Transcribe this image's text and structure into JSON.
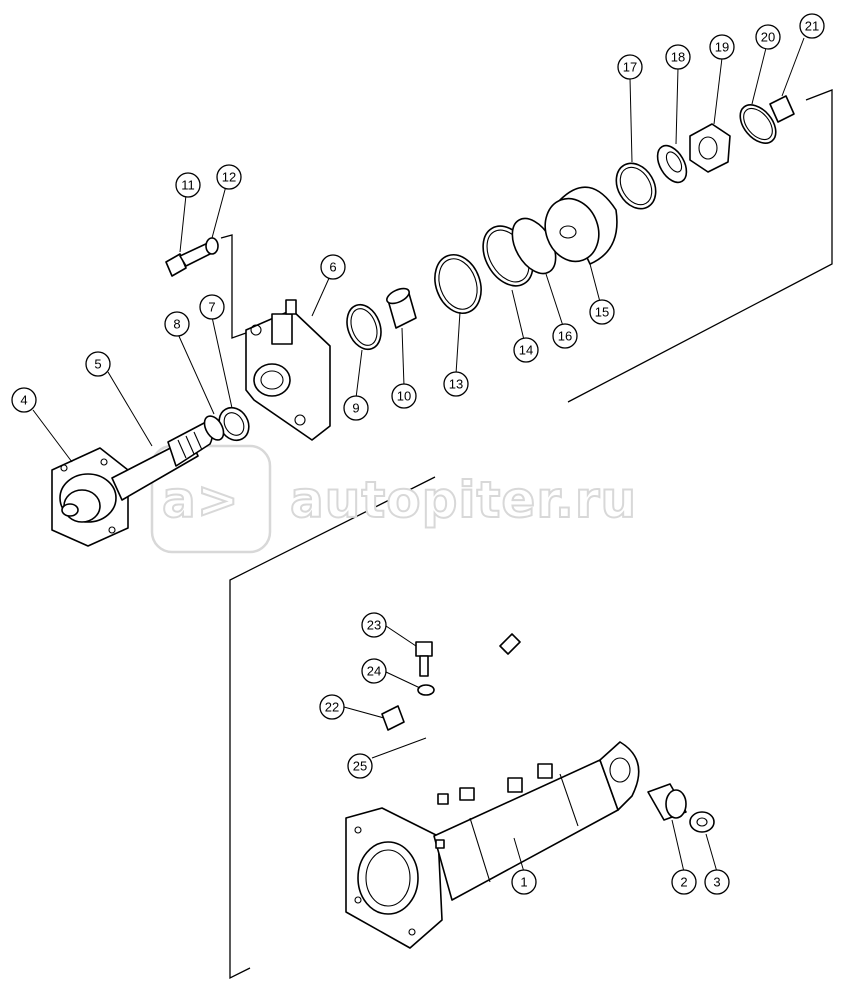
{
  "watermark": {
    "text": "autopiter.ru",
    "logo_glyph": "a>"
  },
  "callouts": [
    {
      "id": "c1",
      "label": "1"
    },
    {
      "id": "c2",
      "label": "2"
    },
    {
      "id": "c3",
      "label": "3"
    },
    {
      "id": "c4",
      "label": "4"
    },
    {
      "id": "c5",
      "label": "5"
    },
    {
      "id": "c6",
      "label": "6"
    },
    {
      "id": "c7",
      "label": "7"
    },
    {
      "id": "c8",
      "label": "8"
    },
    {
      "id": "c9",
      "label": "9"
    },
    {
      "id": "c10",
      "label": "10"
    },
    {
      "id": "c11",
      "label": "11"
    },
    {
      "id": "c12",
      "label": "12"
    },
    {
      "id": "c13",
      "label": "13"
    },
    {
      "id": "c14",
      "label": "14"
    },
    {
      "id": "c15",
      "label": "15"
    },
    {
      "id": "c16",
      "label": "16"
    },
    {
      "id": "c17",
      "label": "17"
    },
    {
      "id": "c18",
      "label": "18"
    },
    {
      "id": "c19",
      "label": "19"
    },
    {
      "id": "c20",
      "label": "20"
    },
    {
      "id": "c21",
      "label": "21"
    },
    {
      "id": "c22",
      "label": "22"
    },
    {
      "id": "c23",
      "label": "23"
    },
    {
      "id": "c24",
      "label": "24"
    },
    {
      "id": "c25",
      "label": "25"
    }
  ]
}
